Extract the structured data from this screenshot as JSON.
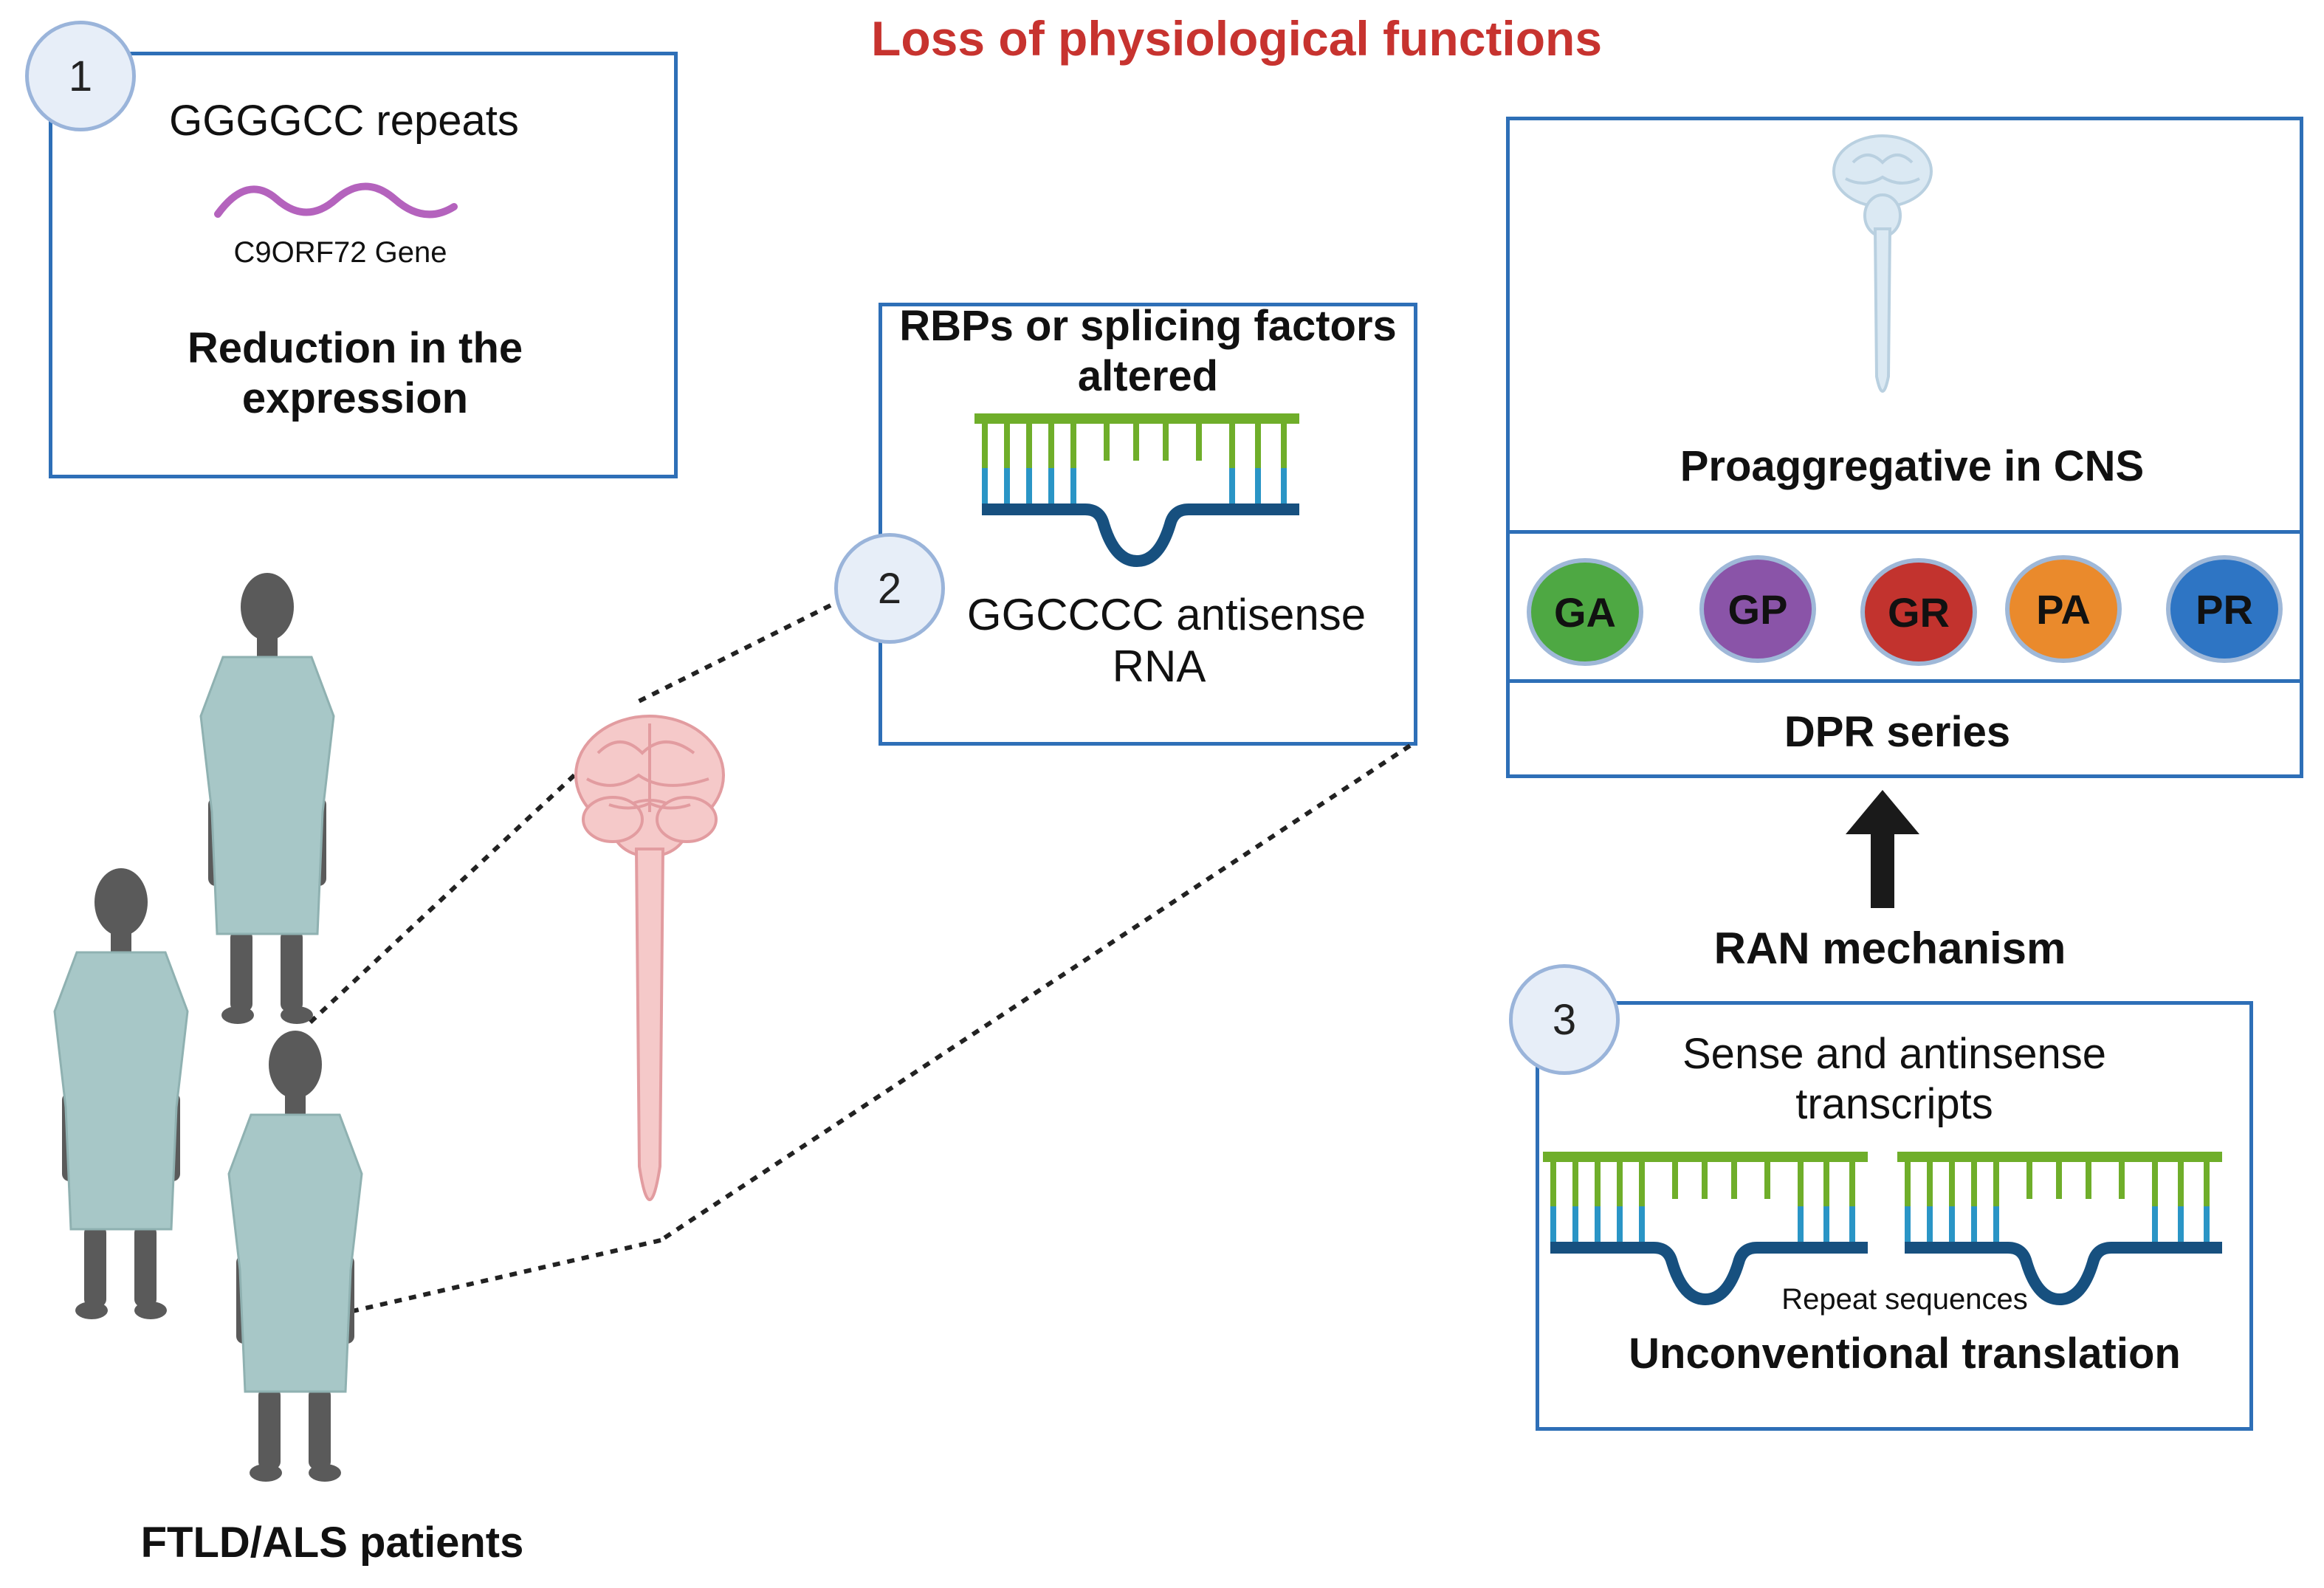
{
  "title": "Loss of physiological functions",
  "panel1": {
    "number": "1",
    "repeats": "GGGGCC repeats",
    "gene": "C9ORF72 Gene",
    "effect_line1": "Reduction in the",
    "effect_line2": "expression"
  },
  "panel2": {
    "number": "2",
    "heading_line1": "RBPs or splicing factors",
    "heading_line2": "altered",
    "rna_line1": "GGCCCC antisense",
    "rna_line2": "RNA"
  },
  "panel_cns": {
    "label": "Proaggregative in CNS",
    "series_label": "DPR series",
    "dprs": [
      {
        "label": "GA",
        "color": "#4ea843"
      },
      {
        "label": "GP",
        "color": "#8a54a8"
      },
      {
        "label": "GR",
        "color": "#c2332e"
      },
      {
        "label": "PA",
        "color": "#ea8a2c"
      },
      {
        "label": "PR",
        "color": "#2e75c4"
      }
    ]
  },
  "mechanism": "RAN mechanism",
  "panel3": {
    "number": "3",
    "line1": "Sense and antinsense",
    "line2": "transcripts",
    "repeat_label": "Repeat sequences",
    "translation": "Unconventional translation"
  },
  "patients_label": "FTLD/ALS patients",
  "colors": {
    "box_border": "#2e6fb7",
    "title_red": "#c7332f",
    "rna_green": "#6fae2a",
    "rna_blue": "#2a95c6",
    "rna_dark": "#17507f",
    "gene_purple": "#b463bd"
  }
}
